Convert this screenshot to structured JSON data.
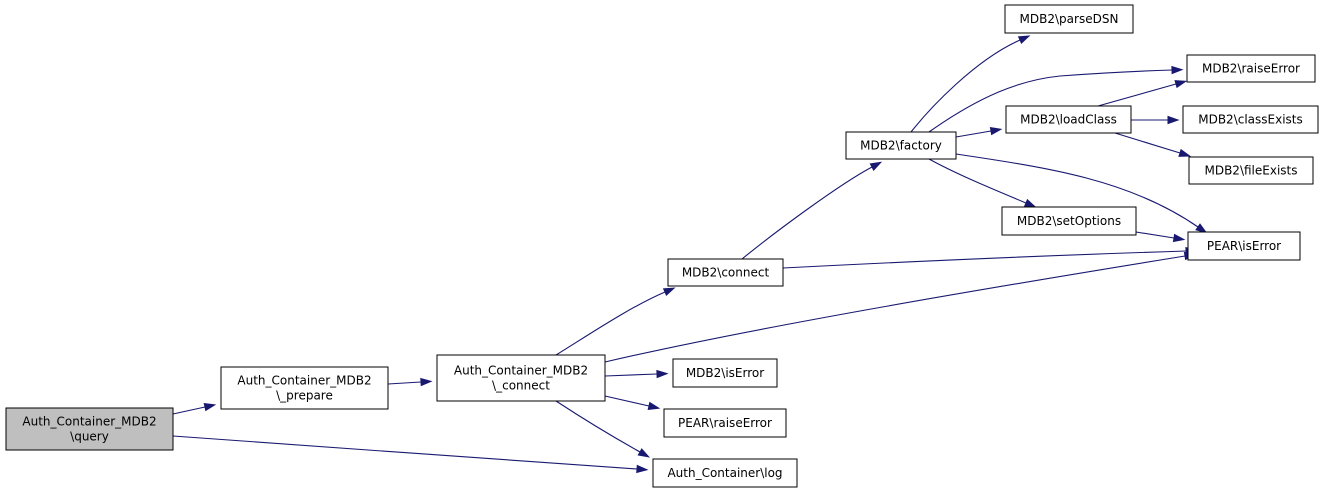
{
  "graph": {
    "nodes": [
      {
        "id": "query",
        "lines": [
          "Auth_Container_MDB2",
          "\\query"
        ],
        "root": true,
        "interactable": false
      },
      {
        "id": "prepare",
        "lines": [
          "Auth_Container_MDB2",
          "\\_prepare"
        ],
        "interactable": true
      },
      {
        "id": "connect_priv",
        "lines": [
          "Auth_Container_MDB2",
          "\\_connect"
        ],
        "interactable": true
      },
      {
        "id": "mdb2_connect",
        "lines": [
          "MDB2\\connect"
        ],
        "interactable": true
      },
      {
        "id": "mdb2_factory",
        "lines": [
          "MDB2\\factory"
        ],
        "interactable": true
      },
      {
        "id": "mdb2_parsedsn",
        "lines": [
          "MDB2\\parseDSN"
        ],
        "interactable": true
      },
      {
        "id": "mdb2_raiseerror",
        "lines": [
          "MDB2\\raiseError"
        ],
        "interactable": true
      },
      {
        "id": "mdb2_loadclass",
        "lines": [
          "MDB2\\loadClass"
        ],
        "interactable": true
      },
      {
        "id": "mdb2_classexists",
        "lines": [
          "MDB2\\classExists"
        ],
        "interactable": true
      },
      {
        "id": "mdb2_fileexists",
        "lines": [
          "MDB2\\fileExists"
        ],
        "interactable": true
      },
      {
        "id": "mdb2_setoptions",
        "lines": [
          "MDB2\\setOptions"
        ],
        "interactable": true
      },
      {
        "id": "pear_iserror",
        "lines": [
          "PEAR\\isError"
        ],
        "interactable": true
      },
      {
        "id": "mdb2_iserror",
        "lines": [
          "MDB2\\isError"
        ],
        "interactable": true
      },
      {
        "id": "pear_raiseerror",
        "lines": [
          "PEAR\\raiseError"
        ],
        "interactable": true
      },
      {
        "id": "auth_log",
        "lines": [
          "Auth_Container\\log"
        ],
        "interactable": true
      }
    ],
    "edges": [
      {
        "from": "query",
        "to": "prepare"
      },
      {
        "from": "query",
        "to": "auth_log"
      },
      {
        "from": "prepare",
        "to": "connect_priv"
      },
      {
        "from": "connect_priv",
        "to": "mdb2_connect"
      },
      {
        "from": "connect_priv",
        "to": "pear_iserror"
      },
      {
        "from": "connect_priv",
        "to": "mdb2_iserror"
      },
      {
        "from": "connect_priv",
        "to": "pear_raiseerror"
      },
      {
        "from": "connect_priv",
        "to": "auth_log"
      },
      {
        "from": "mdb2_connect",
        "to": "mdb2_factory"
      },
      {
        "from": "mdb2_connect",
        "to": "pear_iserror"
      },
      {
        "from": "mdb2_factory",
        "to": "mdb2_parsedsn"
      },
      {
        "from": "mdb2_factory",
        "to": "mdb2_raiseerror"
      },
      {
        "from": "mdb2_factory",
        "to": "mdb2_loadclass"
      },
      {
        "from": "mdb2_factory",
        "to": "pear_iserror"
      },
      {
        "from": "mdb2_factory",
        "to": "mdb2_setoptions"
      },
      {
        "from": "mdb2_loadclass",
        "to": "mdb2_raiseerror"
      },
      {
        "from": "mdb2_loadclass",
        "to": "mdb2_classexists"
      },
      {
        "from": "mdb2_loadclass",
        "to": "mdb2_fileexists"
      },
      {
        "from": "mdb2_setoptions",
        "to": "pear_iserror"
      }
    ]
  }
}
